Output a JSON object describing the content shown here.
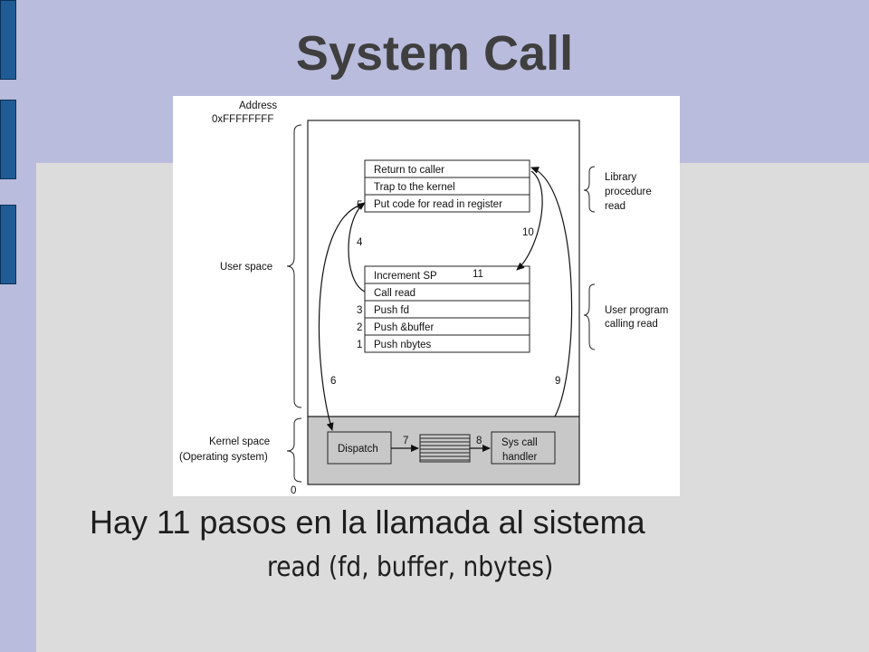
{
  "slide": {
    "title": "System Call",
    "caption": "Hay 11 pasos en la llamada al sistema",
    "subcaption": "read (fd, buffer, nbytes)",
    "colors": {
      "background": "#b9bcdc",
      "content": "#dcdcdc",
      "accent_bars": "#1f5c96",
      "kernel_region": "#c8c8c8"
    }
  },
  "diagram": {
    "address_label": "Address",
    "address_top": "0xFFFFFFFF",
    "address_bottom": "0",
    "user_space": "User space",
    "kernel_space": "Kernel space",
    "operating_system": "(Operating system)",
    "library_group": [
      "Library",
      "procedure",
      "read"
    ],
    "user_program_group": [
      "User program",
      "calling read"
    ],
    "library_rows": [
      "Return to caller",
      "Trap to the kernel",
      "Put code for read in register"
    ],
    "program_rows": [
      "Increment SP",
      "Call read",
      "Push fd",
      "Push &buffer",
      "Push nbytes"
    ],
    "dispatch": "Dispatch",
    "handler": [
      "Sys call",
      "handler"
    ],
    "steps": {
      "s1": "1",
      "s2": "2",
      "s3": "3",
      "s4": "4",
      "s5": "5",
      "s6": "6",
      "s7": "7",
      "s8": "8",
      "s9": "9",
      "s10": "10",
      "s11": "11"
    }
  }
}
